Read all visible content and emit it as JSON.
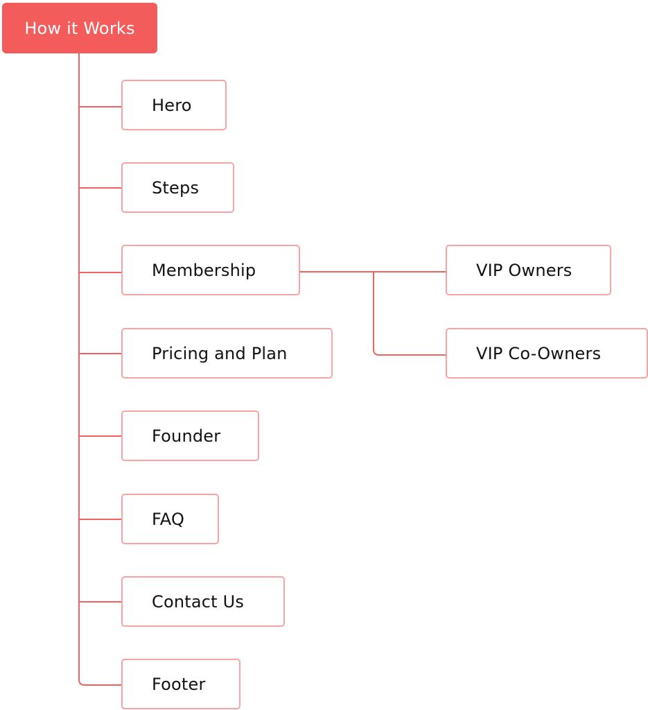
{
  "root": {
    "label": "How it Works"
  },
  "pages": [
    {
      "label": "Hero"
    },
    {
      "label": "Steps"
    },
    {
      "label": "Membership"
    },
    {
      "label": "Pricing and Plan"
    },
    {
      "label": "Founder"
    },
    {
      "label": "FAQ"
    },
    {
      "label": "Contact Us"
    },
    {
      "label": "Footer"
    }
  ],
  "membership_children": [
    {
      "label": "VIP Owners"
    },
    {
      "label": "VIP Co-Owners"
    }
  ],
  "colors": {
    "accent": "#f45b5b",
    "connector": "#f06262",
    "node_border": "#f7a3a3"
  }
}
